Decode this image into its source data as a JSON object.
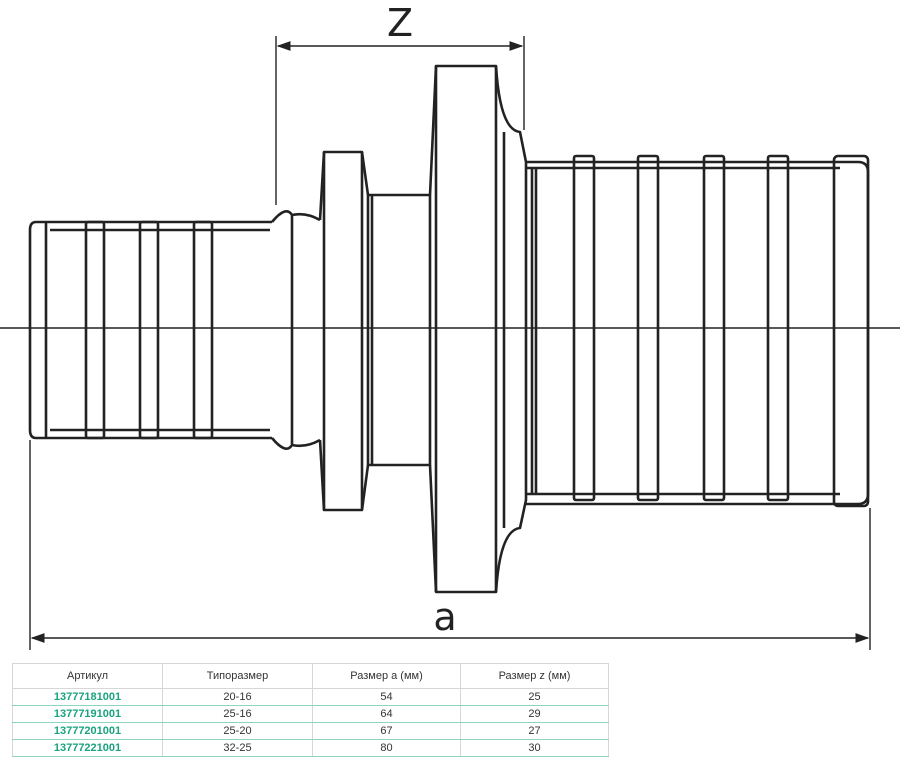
{
  "dimensions": {
    "z_label": "Z",
    "a_label": "a"
  },
  "table": {
    "headers": [
      "Артикул",
      "Типоразмер",
      "Размер а (мм)",
      "Размер z (мм)"
    ],
    "rows": [
      [
        "13777181001",
        "20-16",
        "54",
        "25"
      ],
      [
        "13777191001",
        "25-16",
        "64",
        "29"
      ],
      [
        "13777201001",
        "25-20",
        "67",
        "27"
      ],
      [
        "13777221001",
        "32-25",
        "80",
        "30"
      ]
    ]
  }
}
